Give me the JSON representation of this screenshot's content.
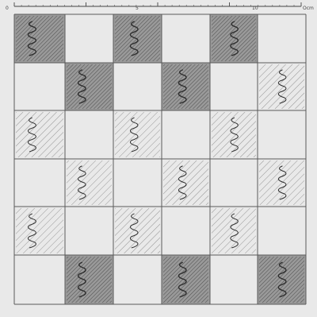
{
  "scale": {
    "labels": [
      "0",
      "5",
      "10",
      "Ocm"
    ]
  },
  "grid": {
    "rows": 6,
    "cols": 6,
    "cells": [
      [
        "dark",
        "light",
        "dark",
        "light",
        "dark",
        "light"
      ],
      [
        "light",
        "dark",
        "light",
        "dark",
        "light",
        "hatched"
      ],
      [
        "hatched",
        "light",
        "hatched",
        "light",
        "hatched",
        "light"
      ],
      [
        "light",
        "hatched",
        "light",
        "hatched",
        "light",
        "hatched"
      ],
      [
        "hatched",
        "light",
        "hatched",
        "light",
        "hatched",
        "light"
      ],
      [
        "light",
        "dark",
        "light",
        "dark",
        "light",
        "dark"
      ]
    ]
  },
  "colors": {
    "paper": "#e9e9e9",
    "line": "#5a5a5a",
    "dark_fill": "#9a9a9a",
    "hatch": "#5e5e5e",
    "squiggle": "#2e2e2e"
  }
}
